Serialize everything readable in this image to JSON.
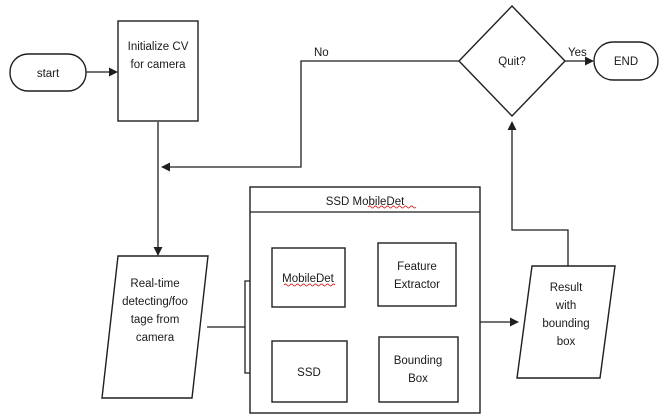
{
  "nodes": {
    "start": "start",
    "init": [
      "Initialize CV",
      "for camera"
    ],
    "quit": "Quit?",
    "end": "END",
    "group": "SSD MobileDet",
    "mobiledet": "MobileDet",
    "feature": [
      "Feature",
      "Extractor"
    ],
    "ssd": "SSD",
    "bbox": [
      "Bounding",
      "Box"
    ],
    "input": [
      "Real-time",
      "detecting/foo",
      "tage from",
      "camera"
    ],
    "result": [
      "Result",
      "with",
      "bounding",
      "box"
    ]
  },
  "edges": {
    "no": "No",
    "yes": "Yes"
  }
}
